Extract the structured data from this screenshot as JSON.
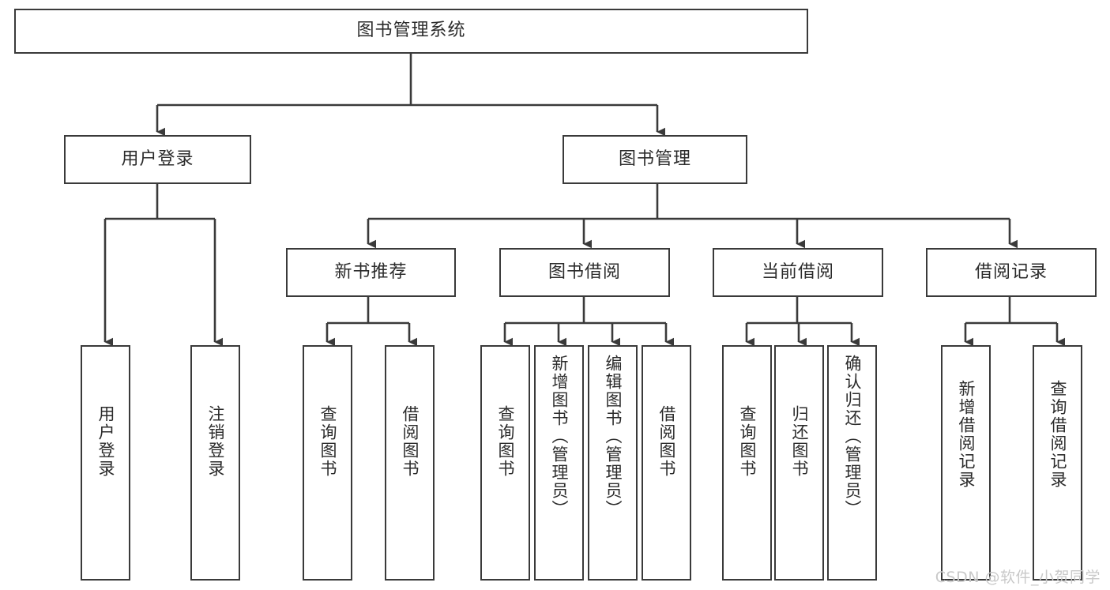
{
  "diagram": {
    "title": "图书管理系统",
    "watermark": "CSDN @软件_小贺同学",
    "colors": {
      "background": "#ffffff",
      "box_border": "#3a3a3a",
      "box_fill": "#ffffff",
      "text": "#2b2b2b",
      "connector": "#3a3a3a",
      "watermark": "#c9c9c9"
    },
    "root": {
      "label": "图书管理系统"
    },
    "level2": [
      {
        "label": "用户登录"
      },
      {
        "label": "图书管理"
      }
    ],
    "level3": [
      {
        "label": "新书推荐"
      },
      {
        "label": "图书借阅"
      },
      {
        "label": "当前借阅"
      },
      {
        "label": "借阅记录"
      }
    ],
    "leaves": {
      "user_login": [
        {
          "label": "用户登录"
        },
        {
          "label": "注销登录"
        }
      ],
      "new_book_recommend": [
        {
          "label": "查询图书"
        },
        {
          "label": "借阅图书"
        }
      ],
      "book_borrow": [
        {
          "label": "查询图书"
        },
        {
          "label": "新增图书（管理员）"
        },
        {
          "label": "编辑图书（管理员）"
        },
        {
          "label": "借阅图书"
        }
      ],
      "current_borrow": [
        {
          "label": "查询图书"
        },
        {
          "label": "归还图书"
        },
        {
          "label": "确认归还（管理员）"
        }
      ],
      "borrow_record": [
        {
          "label": "新增借阅记录"
        },
        {
          "label": "查询借阅记录"
        }
      ]
    }
  }
}
